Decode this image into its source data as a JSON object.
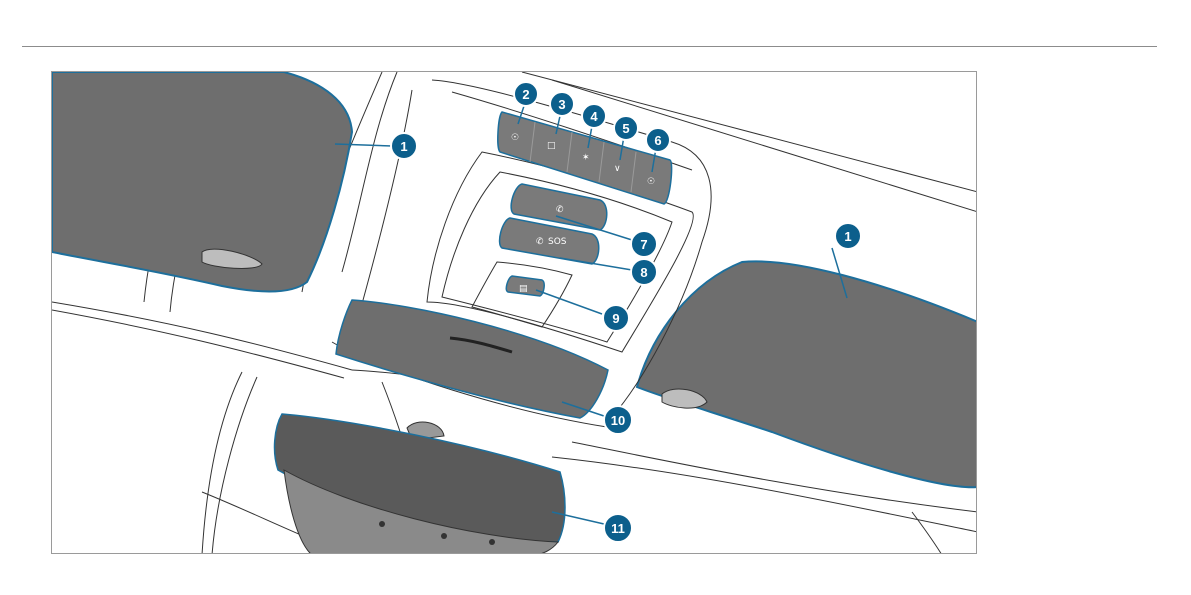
{
  "callouts": [
    {
      "id": "c1a",
      "label": "1"
    },
    {
      "id": "c2",
      "label": "2"
    },
    {
      "id": "c3",
      "label": "3"
    },
    {
      "id": "c4",
      "label": "4"
    },
    {
      "id": "c5",
      "label": "5"
    },
    {
      "id": "c6",
      "label": "6"
    },
    {
      "id": "c7",
      "label": "7"
    },
    {
      "id": "c8",
      "label": "8"
    },
    {
      "id": "c9",
      "label": "9"
    },
    {
      "id": "c1b",
      "label": "1"
    },
    {
      "id": "c10",
      "label": "10"
    },
    {
      "id": "c11",
      "label": "11"
    }
  ],
  "buttons": {
    "sos_label": "SOS"
  },
  "colors": {
    "callout_fill": "#0c5f8c",
    "outline_blue": "#1d6f9c",
    "part_gray": "#6e6e6e"
  }
}
